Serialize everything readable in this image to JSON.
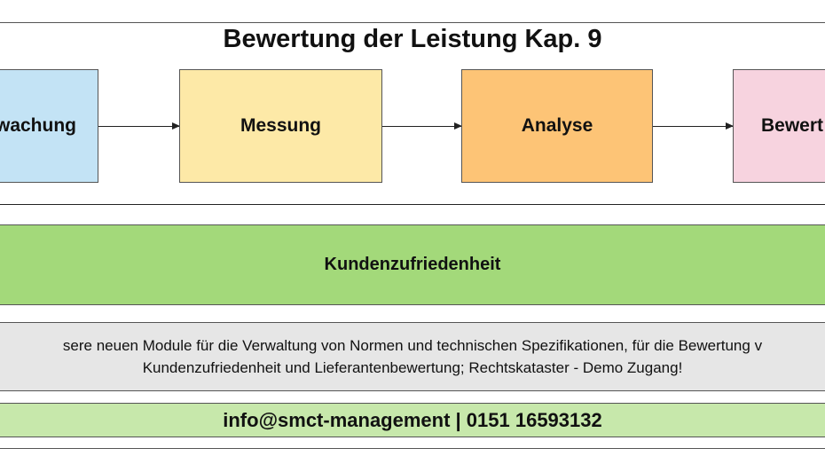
{
  "title": "Bewertung der Leistung Kap. 9",
  "steps": [
    {
      "label": "wachung",
      "color": "#c3e3f5"
    },
    {
      "label": "Messung",
      "color": "#fde9a7"
    },
    {
      "label": "Analyse",
      "color": "#fdc476"
    },
    {
      "label": "Bewert",
      "color": "#f7d3df"
    }
  ],
  "customer_satisfaction": {
    "label": "Kundenzufriedenheit",
    "color": "#a3d97a"
  },
  "promo": {
    "line1": "sere neuen Module für die Verwaltung von Normen und technischen Spezifikationen, für die Bewertung v",
    "line2": "Kundenzufriedenheit und Lieferantenbewertung; Rechtskataster - Demo Zugang!",
    "color": "#e6e6e6"
  },
  "contact": {
    "label": "info@smct-management | 0151 16593132",
    "color": "#c7e8ab"
  }
}
